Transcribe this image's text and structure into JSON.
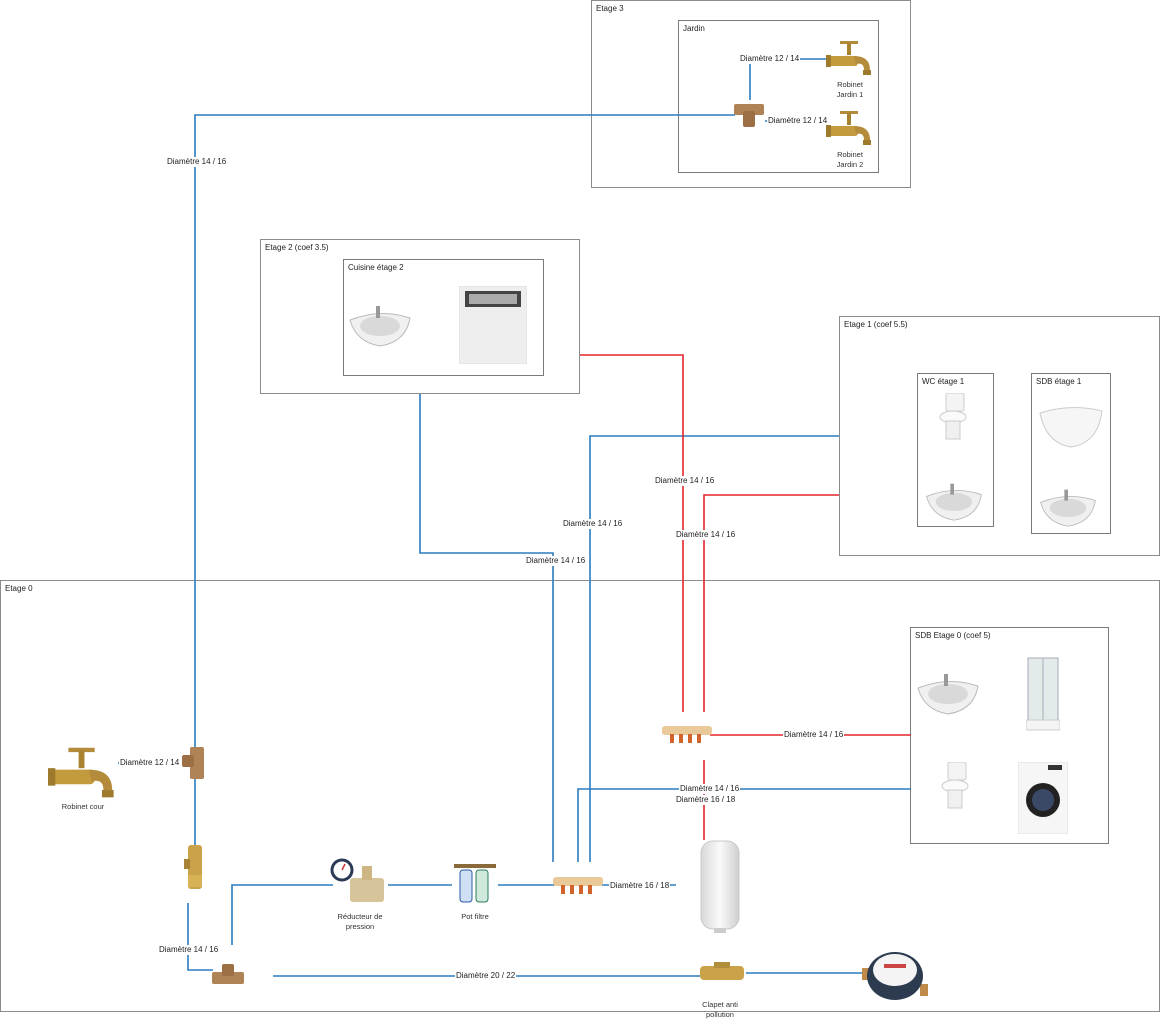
{
  "zones": {
    "etage3": {
      "label": "Etage 3"
    },
    "jardin": {
      "label": "Jardin"
    },
    "etage2": {
      "label": "Etage 2 (coef 3.5)"
    },
    "cuisine2": {
      "label": "Cuisine étage 2"
    },
    "etage1": {
      "label": "Etage 1  (coef 5.5)"
    },
    "wc1": {
      "label": "WC étage 1"
    },
    "sdb1": {
      "label": "SDB étage 1"
    },
    "etage0": {
      "label": "Etage 0"
    },
    "sdb0": {
      "label": "SDB Etage 0 (coef 5)"
    }
  },
  "devices": {
    "robinet_jardin_1": "Robinet Jardin 1",
    "robinet_jardin_2": "Robinet Jardin 2",
    "robinet_cour": "Robinet cour",
    "reducteur": "Réducteur de pression",
    "pot_filtre": "Pot filtre",
    "clapet": "Clapet anti pollution"
  },
  "pipe_labels": {
    "jardin_1": "Diamètre 12 / 14",
    "jardin_2": "Diamètre 12 / 14",
    "riser_jardin": "Diamètre 14 / 16",
    "cour": "Diamètre 12 / 14",
    "etage2_cold": "Diamètre 14 / 16",
    "etage1_cold": "Diamètre 14 / 16",
    "etage2_hot": "Diamètre 14 / 16",
    "etage1_hot": "Diamètre 14 / 16",
    "sdb0_hot": "Diamètre 14 / 16",
    "sdb0_cold": "Diamètre 14 / 16",
    "ballon_hot": "Diamètre 16 / 18",
    "collecteur_out": "Diamètre 16 / 18",
    "main_tee": "Diamètre 14 / 16",
    "main_line": "Diamètre 20 / 22"
  },
  "colors": {
    "cold_water": "#2a7bc0",
    "hot_water": "#e3262b",
    "border": "#8c8c8c"
  },
  "icons": {
    "tap": "tap-icon",
    "tee": "tee-fitting-icon",
    "valve": "ball-valve-icon",
    "manifold": "manifold-icon",
    "sink": "sink-icon",
    "dishwasher": "dishwasher-icon",
    "toilet": "toilet-icon",
    "bathtub": "bathtub-icon",
    "shower": "shower-cabin-icon",
    "washer": "washing-machine-icon",
    "water_heater": "water-heater-icon",
    "water_meter": "water-meter-icon"
  }
}
